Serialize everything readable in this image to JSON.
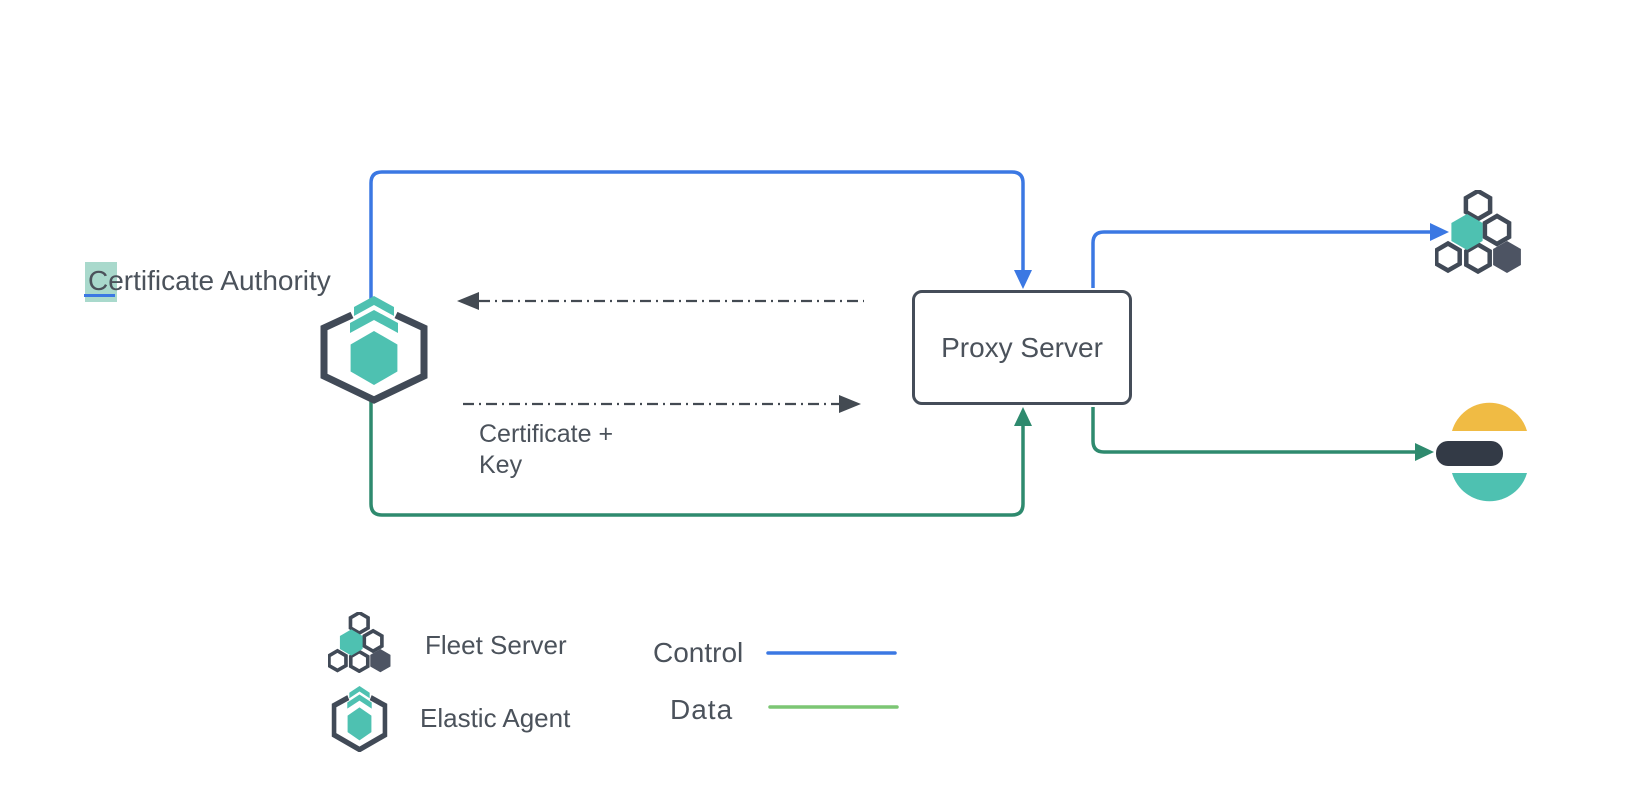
{
  "colors": {
    "control-blue": "#3b78e3",
    "data-green": "#2e8a6e",
    "data-green-light": "#7cc674",
    "teal": "#4ec1b1",
    "yellow": "#f0bb44",
    "ink": "#333a46",
    "slate": "#414a57",
    "hex-dark": "#4d5463",
    "text": "#4b525b",
    "dash": "#434a52",
    "highlight": "#a9d9cc",
    "box-border": "#454d59"
  },
  "diagram": {
    "certificate_authority": {
      "highlight_char": "C",
      "label_rest": "ertificate Authority"
    },
    "proxy_server_label": "Proxy Server",
    "certificate_key_line1": "Certificate +",
    "certificate_key_line2": "Key"
  },
  "legend": {
    "fleet_server_label": "Fleet Server",
    "elastic_agent_label": "Elastic Agent",
    "control_label": "Control",
    "data_label": "Data"
  }
}
